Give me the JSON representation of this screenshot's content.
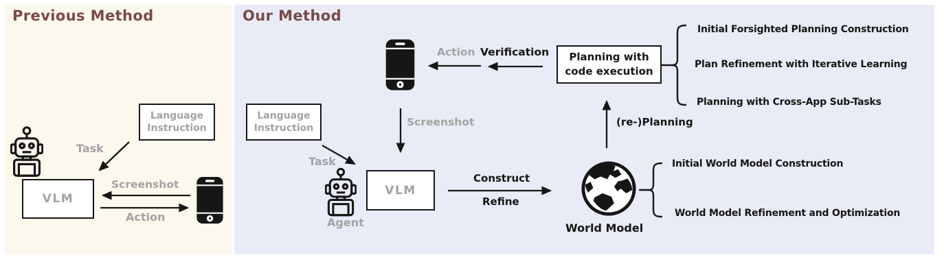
{
  "colors": {
    "left_panel_bg": "#FCF8EE",
    "right_panel_bg": "#E9ECF6",
    "title_color": "#7A4947",
    "muted_text": "#A3A3A3",
    "ink": "#161616",
    "box_bg": "#FFFFFF"
  },
  "previous": {
    "title": "Previous Method",
    "language_box": "Language Instruction",
    "task": "Task",
    "vlm": "VLM",
    "screenshot": "Screenshot",
    "action": "Action"
  },
  "our": {
    "title": "Our Method",
    "language_box": "Language Instruction",
    "task": "Task",
    "agent": "Agent",
    "vlm": "VLM",
    "screenshot": "Screenshot",
    "action": "Action",
    "verification": "Verification",
    "planning_box_line1": "Planning with",
    "planning_box_line2": "code execution",
    "replanning": "(re-)Planning",
    "construct": "Construct",
    "refine": "Refine",
    "world_model": "World Model",
    "planning_items": [
      "Initial Forsighted Planning Construction",
      "Plan Refinement with Iterative Learning",
      "Planning with Cross-App Sub-Tasks"
    ],
    "world_model_items": [
      "Initial World Model Construction",
      "World Model Refinement and Optimization"
    ]
  },
  "icons": {
    "robot": "robot-agent",
    "phone": "smartphone",
    "globe": "world-globe"
  }
}
